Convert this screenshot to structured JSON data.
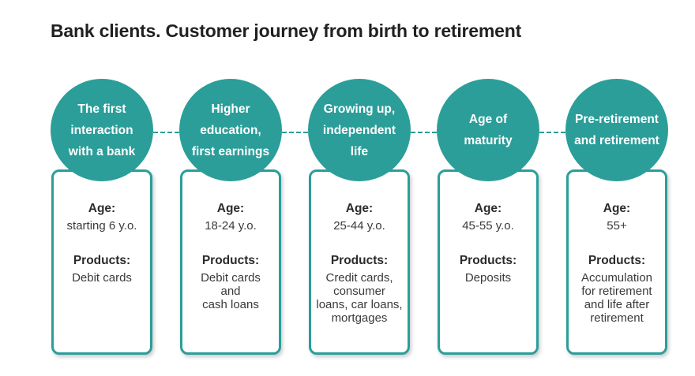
{
  "title": "Bank clients. Customer journey from birth to retirement",
  "labels": {
    "age": "Age:",
    "products": "Products:"
  },
  "stages": [
    {
      "circle_label": "The first\ninteraction\nwith a bank",
      "age_value": "starting 6 y.o.",
      "products_value": "Debit cards"
    },
    {
      "circle_label": "Higher\neducation,\nfirst earnings",
      "age_value": "18-24 y.o.",
      "products_value": "Debit cards\nand\ncash loans"
    },
    {
      "circle_label": "Growing up,\nindependent\nlife",
      "age_value": "25-44 y.o.",
      "products_value": "Credit cards,\nconsumer\nloans, car loans,\nmortgages"
    },
    {
      "circle_label": "Age of\nmaturity",
      "age_value": "45-55 y.o.",
      "products_value": "Deposits"
    },
    {
      "circle_label": "Pre-retirement\nand retirement",
      "age_value": "55+",
      "products_value": "Accumulation\nfor retirement\nand life after\nretirement"
    }
  ],
  "colors": {
    "teal": "#2B9E99",
    "title_text": "#231F20",
    "body_text": "#3A3A3A",
    "circle_text": "#FFFFFF",
    "background": "#FFFFFF"
  }
}
